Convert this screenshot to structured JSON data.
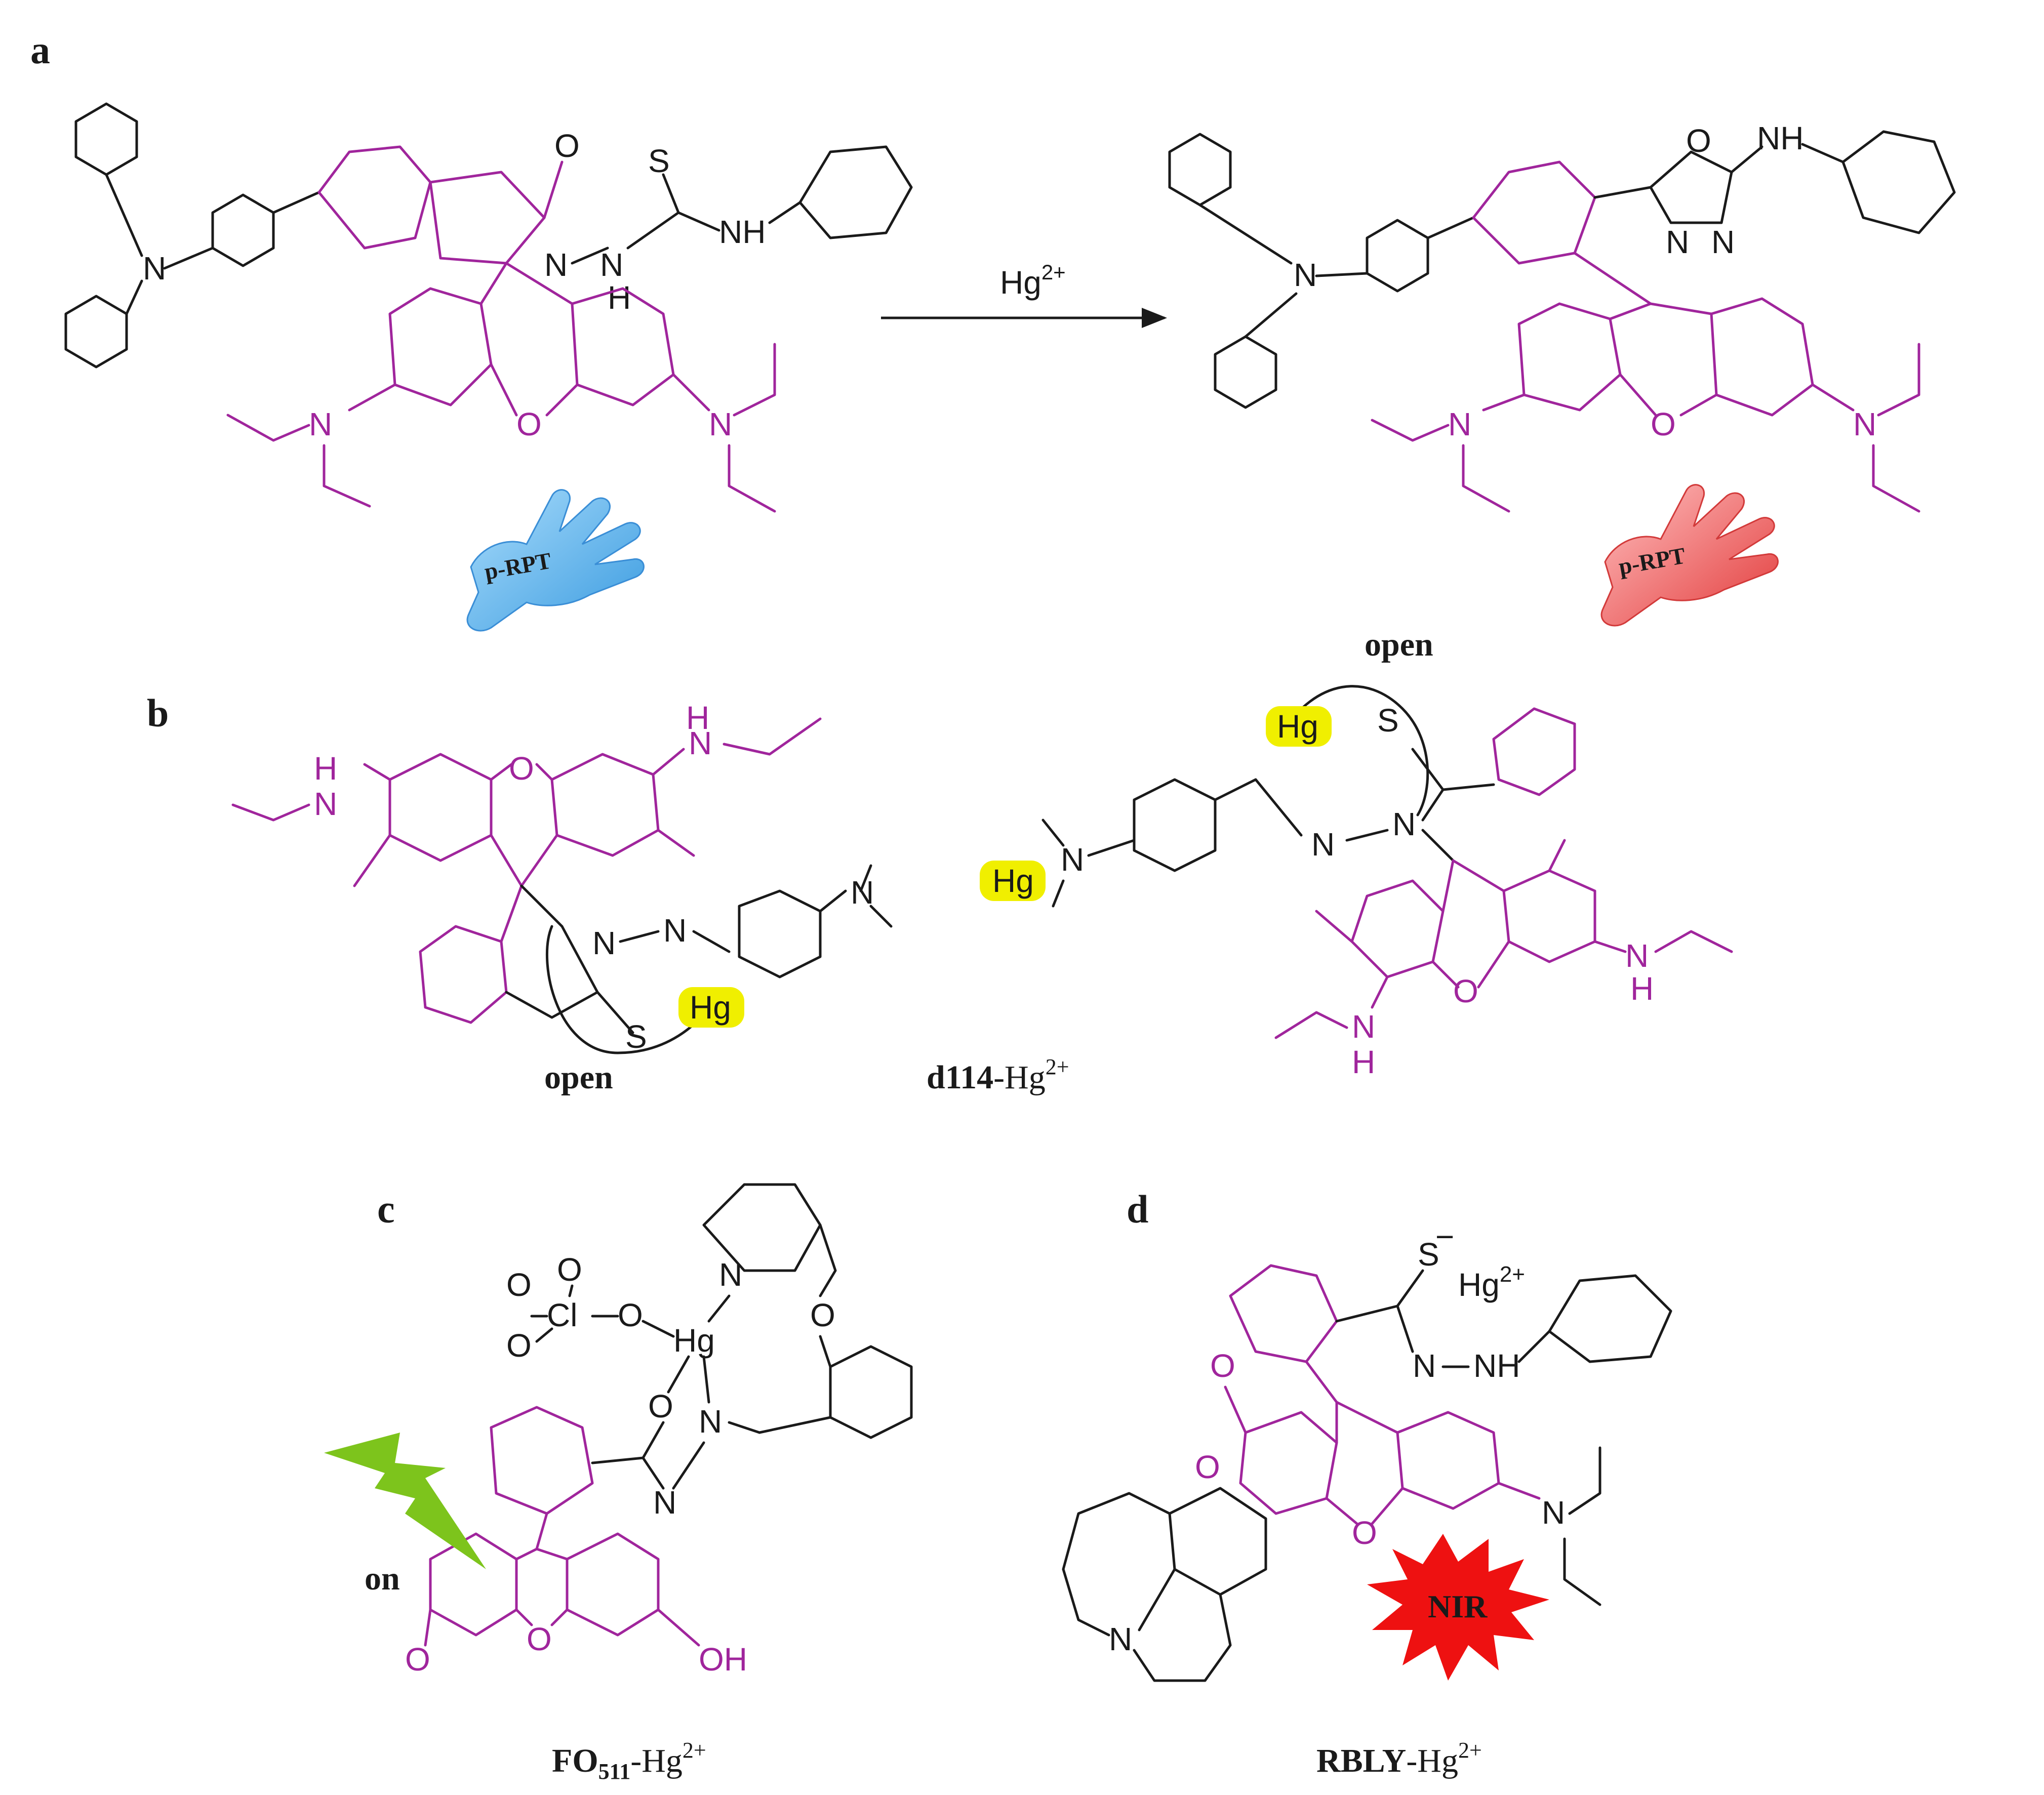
{
  "panels": {
    "a": {
      "label": "a",
      "arrow_label": "Hg",
      "arrow_label_sup": "2+",
      "glove_left": "p-RPT",
      "glove_right": "p-RPT"
    },
    "b": {
      "label": "b",
      "open_top": "open",
      "open_bottom": "open",
      "hg_badges": [
        "Hg",
        "Hg",
        "Hg"
      ],
      "caption_bold": "d114",
      "caption_rest": "-Hg",
      "caption_sup": "2+"
    },
    "c": {
      "label": "c",
      "on_label": "on",
      "caption_bold": "FO",
      "caption_sub": "511",
      "caption_rest": "-Hg",
      "caption_sup": "2+"
    },
    "d": {
      "label": "d",
      "nir_label": "NIR",
      "ion": "Hg",
      "ion_sup": "2+",
      "caption_bold": "RBLY",
      "caption_rest": "-Hg",
      "caption_sup": "2+"
    }
  },
  "colors": {
    "black_bonds": "#1a1a1a",
    "rhodamine_core": "#a0259c",
    "hg_highlight": "#f0ef00",
    "glove_blue": "#5ab4ec",
    "glove_red": "#ef5a5a",
    "bolt_green": "#7dc41c",
    "nir_star": "#ee1111"
  },
  "icons": [
    "glove-blue-icon",
    "glove-red-icon",
    "lightning-bolt-icon",
    "nir-starburst-icon"
  ]
}
